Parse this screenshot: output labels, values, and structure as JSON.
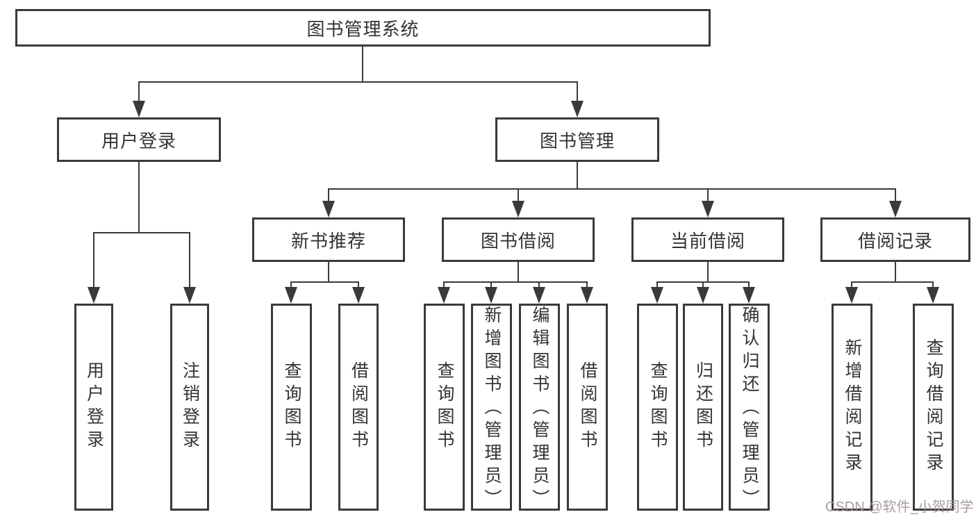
{
  "diagram": {
    "title": "图书管理系统",
    "level2": [
      {
        "label": "用户登录"
      },
      {
        "label": "图书管理"
      }
    ],
    "login_children": [
      {
        "label": "用户登录"
      },
      {
        "label": "注销登录"
      }
    ],
    "branches": [
      {
        "label": "新书推荐",
        "children": [
          {
            "label": "查询图书"
          },
          {
            "label": "借阅图书"
          }
        ]
      },
      {
        "label": "图书借阅",
        "children": [
          {
            "label": "查询图书"
          },
          {
            "label": "新增图书（管理员）"
          },
          {
            "label": "编辑图书（管理员）"
          },
          {
            "label": "借阅图书"
          }
        ]
      },
      {
        "label": "当前借阅",
        "children": [
          {
            "label": "查询图书"
          },
          {
            "label": "归还图书"
          },
          {
            "label": "确认归还（管理员）"
          }
        ]
      },
      {
        "label": "借阅记录",
        "children": [
          {
            "label": "新增借阅记录"
          },
          {
            "label": "查询借阅记录"
          }
        ]
      }
    ]
  },
  "watermark": {
    "text": "CSDN @软件_小贺同学"
  },
  "colors": {
    "line": "#3a3a3a",
    "box_fill": "#ffffff",
    "text": "#333333",
    "background": "#ffffff",
    "watermark": "#9e8f8f"
  }
}
